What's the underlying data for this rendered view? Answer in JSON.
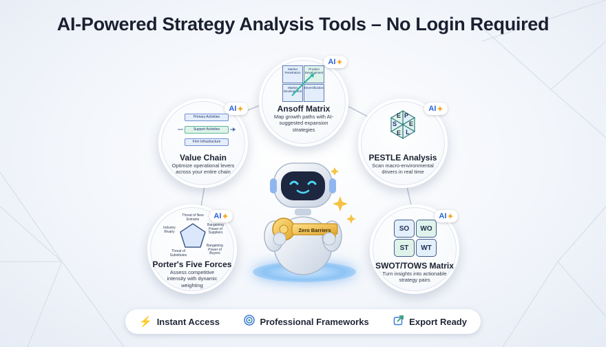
{
  "title": "AI-Powered Strategy Analysis Tools – No Login Required",
  "ai_badge": {
    "text": "AI",
    "spark": "✦"
  },
  "cards": {
    "ansoff": {
      "title": "Ansoff Matrix",
      "desc": "Map growth paths with AI-suggested expansion strategies",
      "cells": [
        "Market Penetration",
        "Product Development",
        "Market Development",
        "Diversification"
      ]
    },
    "value_chain": {
      "title": "Value Chain",
      "desc": "Optimize operational levers across your entire chain",
      "bars": [
        "Primary Activities",
        "Support Activities",
        "Firm Infrastructure"
      ]
    },
    "pestle": {
      "title": "PESTLE Analysis",
      "desc": "Scan macro-environmental drivers in real time",
      "letters": [
        "P",
        "E",
        "L",
        "E",
        "S",
        "E"
      ]
    },
    "porter": {
      "title": "Porter's Five Forces",
      "desc": "Assess competitive intensity with dynamic weighting",
      "forces": [
        "Threat of New Entrants",
        "Bargaining Power of Suppliers",
        "Bargaining Power of Buyers",
        "Threat of Substitutes",
        "Industry Rivalry"
      ]
    },
    "swot": {
      "title": "SWOT/TOWS Matrix",
      "desc": "Turn insights into actionable strategy pairs",
      "cells": [
        "SO",
        "WO",
        "ST",
        "WT"
      ]
    }
  },
  "center": {
    "key_label": "Zero Barriers"
  },
  "footer": {
    "items": [
      {
        "label": "Instant Access",
        "icon": "lightning-icon"
      },
      {
        "label": "Professional Frameworks",
        "icon": "target-icon"
      },
      {
        "label": "Export Ready",
        "icon": "export-icon"
      }
    ]
  },
  "colors": {
    "accent_blue": "#2a62d8",
    "spark_gold": "#f5a623",
    "key_gold": "#f2c14e",
    "footer_icon_blue": "#3a7bd5",
    "footer_icon_green": "#2f9e6e",
    "pod_blue": "#8dc4f5"
  }
}
